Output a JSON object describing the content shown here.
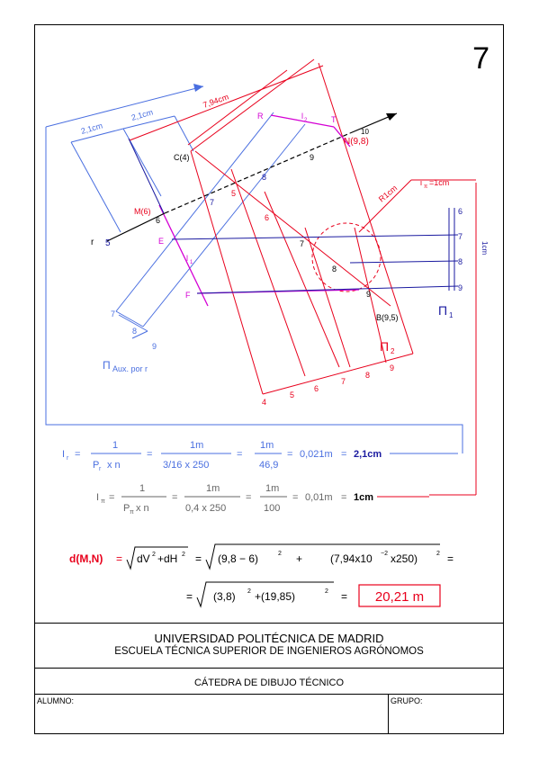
{
  "sheet": {
    "number": "7"
  },
  "labels": {
    "dim_21a": "2,1cm",
    "dim_21b": "2,1cm",
    "dim_794": "7,94cm",
    "R": "R",
    "T": "T",
    "l2": "l",
    "l2_sub": "2",
    "N": "N(9,8)",
    "n10": "10",
    "C": "C(4)",
    "n9_top": "9",
    "n8_top": "8",
    "n7_top": "7",
    "n5": "5",
    "M": "M(6)",
    "n6_m": "6",
    "r_label": "r",
    "n5_r": "5",
    "n6_mid": "6",
    "n7_mid": "7",
    "n8_mid": "8",
    "n9_b": "9",
    "E": "E",
    "F": "F",
    "l1": "l",
    "l1_sub": "1",
    "B": "B(9,5)",
    "R1cm": "R1cm",
    "i_pi": "i",
    "i_pi_sub": "π",
    "i_pi_val": "=1cm",
    "pi1": "Π",
    "pi1_sub": "1",
    "pi2": "Π",
    "pi2_sub": "2",
    "pi_aux": "Π",
    "pi_aux_sub": "Aux. por r",
    "scale_6": "6",
    "scale_7": "7",
    "scale_8": "8",
    "scale_9": "9",
    "cm1": "1cm",
    "aux_7": "7",
    "aux_8": "8",
    "aux_9": "9",
    "base_4": "4",
    "base_5": "5",
    "base_6": "6",
    "base_7": "7",
    "base_8": "8",
    "base_9": "9"
  },
  "formulas": {
    "ir_lhs": "I",
    "ir_sub": "r",
    "ir_num": "1",
    "ir_den": "P",
    "ir_den2": "x  n",
    "ir_den_sub": "r",
    "ir_f2_num": "1m",
    "ir_f2_den": "3/16  x  250",
    "ir_f3_num": "1m",
    "ir_f3_den": "46,9",
    "ir_result": "0,021m",
    "ir_final": "2,1cm",
    "ipi_lhs": "I",
    "ipi_sub": "π",
    "ipi_num": "1",
    "ipi_den": "P",
    "ipi_den_sub": "π",
    "ipi_den2": "x  n",
    "ipi_f2_num": "1m",
    "ipi_f2_den": "0,4  x  250",
    "ipi_f3_num": "1m",
    "ipi_f3_den": "100",
    "ipi_result": "0,01m",
    "ipi_final": "1cm",
    "d_lhs": "d(M,N)",
    "d_rad1": "dV",
    "d_rad2": "+dH",
    "d_expr1a": "(9,8  −  6)",
    "d_expr1b": "+",
    "d_expr1c": "(7,94x10",
    "d_expr1d": "x250)",
    "d_exp_neg2": "−2",
    "d_expr2a": "(3,8)",
    "d_expr2b": "+(19,85)",
    "d_result": "20,21 m",
    "eq": "=",
    "sq": "2"
  },
  "colors": {
    "red": "#e8001c",
    "blue": "#4a6fe0",
    "pink": "#d400d4",
    "black": "#000000",
    "navy": "#1a1aa0"
  },
  "footer": {
    "university": "UNIVERSIDAD POLITÉCNICA DE MADRID",
    "school": "ESCUELA TÉCNICA SUPERIOR DE INGENIEROS AGRÓNOMOS",
    "catedra": "CÁTEDRA DE DIBUJO TÉCNICO",
    "alumno_label": "ALUMNO:",
    "grupo_label": "GRUPO:"
  }
}
